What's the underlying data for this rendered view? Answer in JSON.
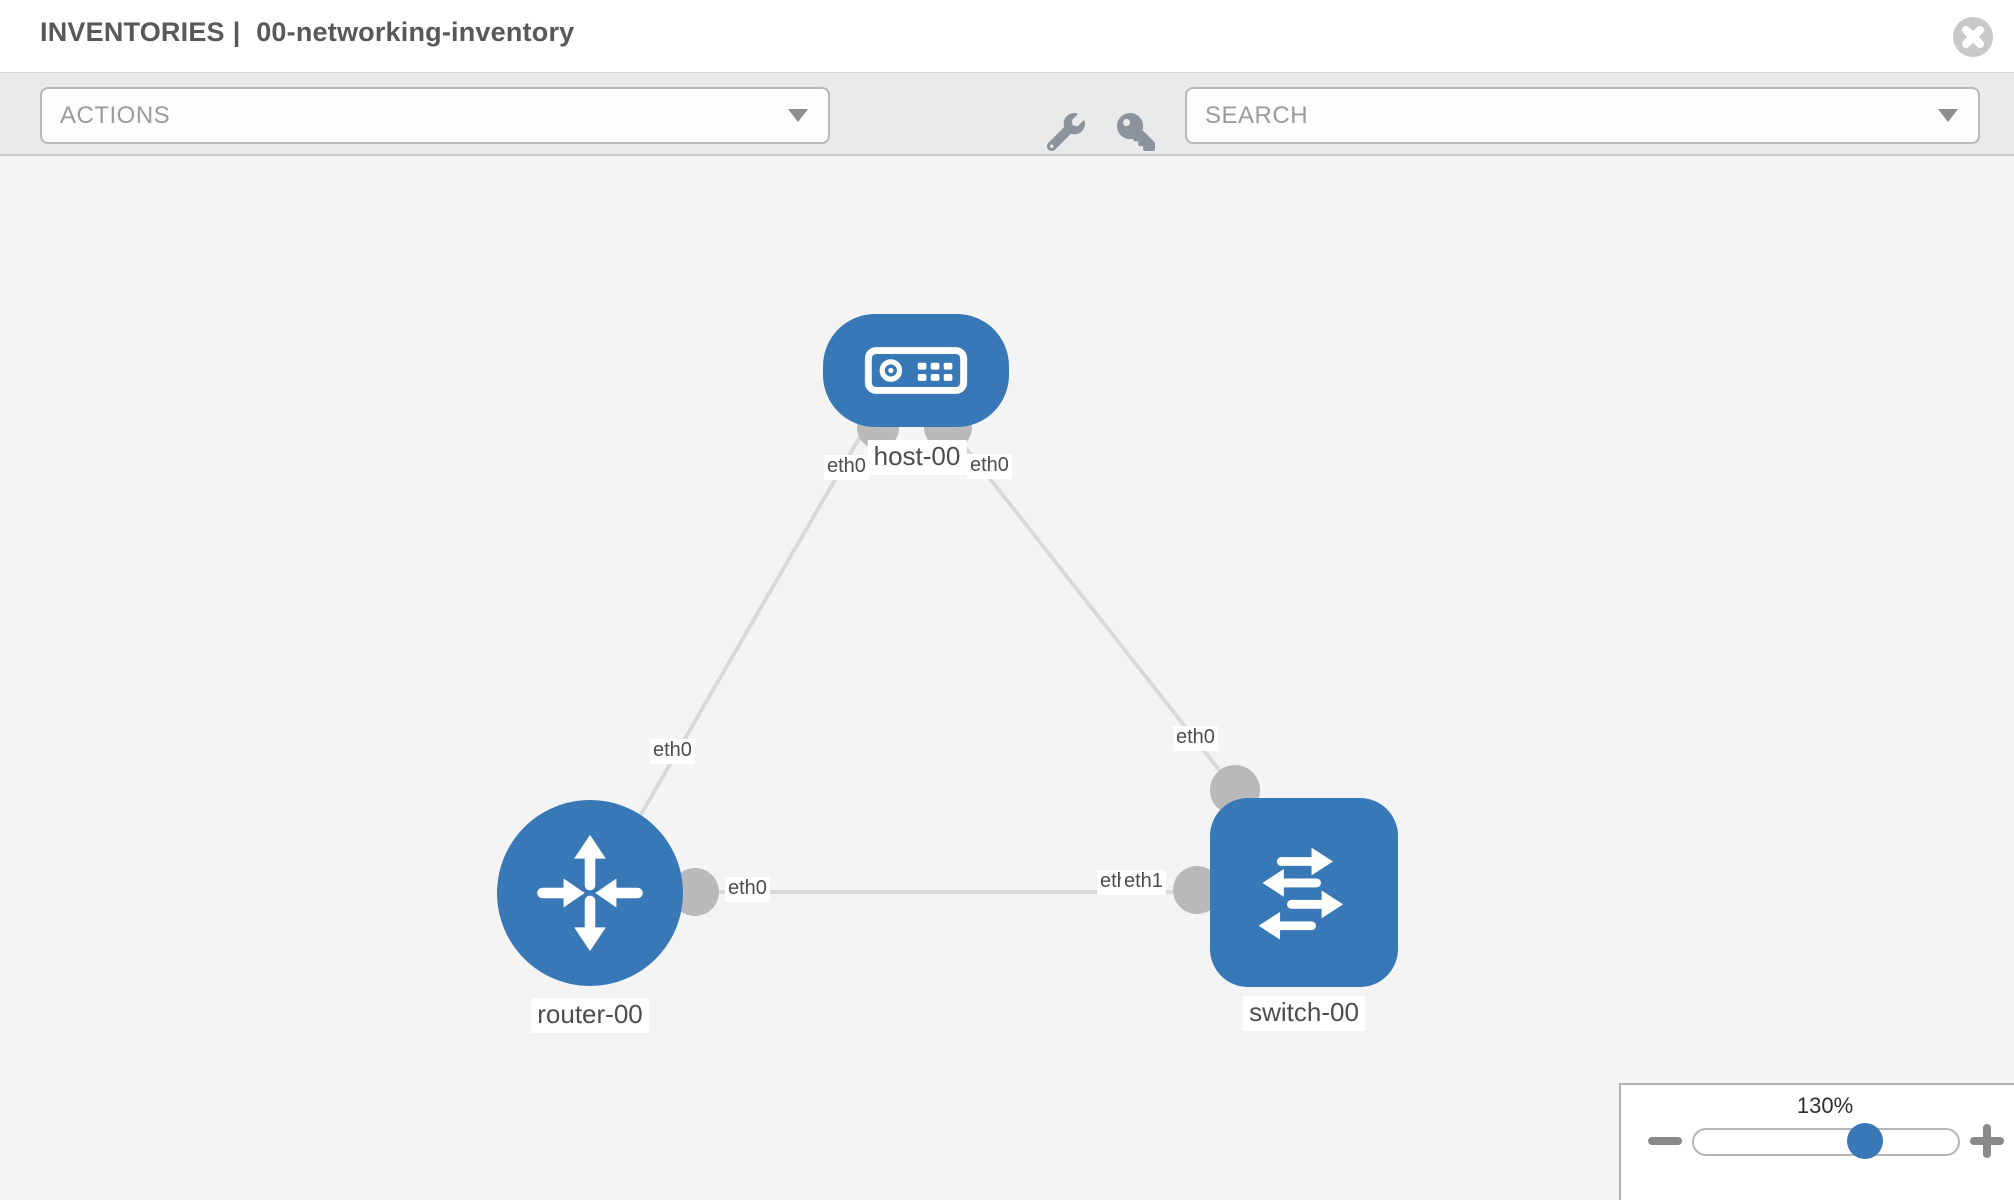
{
  "header": {
    "breadcrumb": "INVENTORIES",
    "separator": "|",
    "inventory_name": "00-networking-inventory",
    "close_icon": "times-circle"
  },
  "toolbar": {
    "actions_dropdown": {
      "label": "ACTIONS",
      "icon": "chevron-down-icon"
    },
    "wrench_tool": {
      "icon": "wrench-icon"
    },
    "key_tool": {
      "icon": "key-icon"
    },
    "search_dropdown": {
      "placeholder": "SEARCH",
      "icon": "chevron-down-icon"
    }
  },
  "topology": {
    "nodes": [
      {
        "id": "host-00",
        "label": "host-00",
        "type": "host",
        "shape": "rounded-rect",
        "icon": "host-icon"
      },
      {
        "id": "router-00",
        "label": "router-00",
        "type": "router",
        "shape": "circle",
        "icon": "router-icon"
      },
      {
        "id": "switch-00",
        "label": "switch-00",
        "type": "switch",
        "shape": "rounded-square",
        "icon": "switch-icon"
      }
    ],
    "links": [
      {
        "from": "host-00",
        "to": "router-00",
        "from_interface": "eth0",
        "to_interface": "eth0"
      },
      {
        "from": "host-00",
        "to": "switch-00",
        "from_interface": "eth0",
        "to_interface": "eth0"
      },
      {
        "from": "router-00",
        "to": "switch-00",
        "from_interface": "eth0",
        "to_interface": "eth1"
      }
    ],
    "interface_labels": {
      "link1_host": "eth0",
      "link1_router": "eth0",
      "link2_host": "eth0",
      "link2_switch": "eth0",
      "link3_router": "eth0",
      "link3_switch_under": "eth0",
      "link3_switch": "eth1"
    }
  },
  "zoom_control": {
    "level": "130%",
    "percent": 130,
    "minus_icon": "minus-icon",
    "plus_icon": "plus-icon"
  },
  "colors": {
    "node_blue": "#3878b6",
    "link_gray": "#d9d9d9",
    "endpoint_gray": "#b9b9b9",
    "canvas_bg": "#f4f4f4",
    "toolbar_bg": "#eaeaea",
    "label_text": "#4d4d4d"
  }
}
